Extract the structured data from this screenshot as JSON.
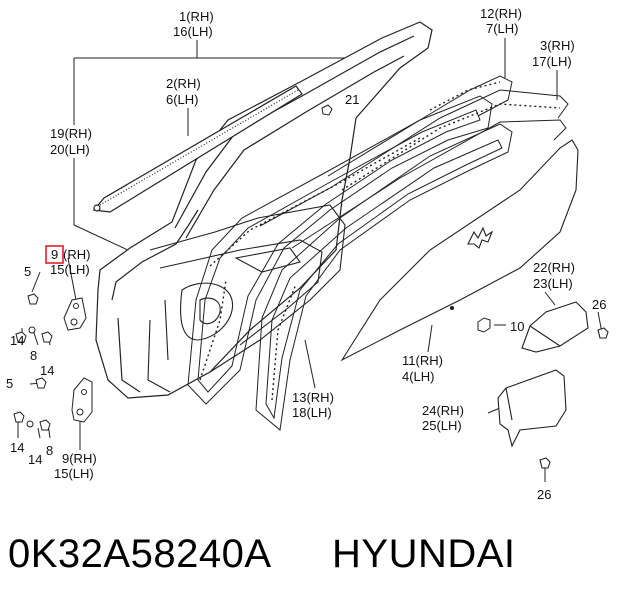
{
  "diagram": {
    "callouts": {
      "c1": "1(RH)",
      "c16": "16(LH)",
      "c2": "2(RH)",
      "c6": "6(LH)",
      "c21": "21",
      "c19": "19(RH)",
      "c20": "20(LH)",
      "c12": "12(RH)",
      "c7": "7(LH)",
      "c3": "3(RH)",
      "c17": "17(LH)",
      "c9a_num": "9",
      "c9a_rh": "(RH)",
      "c15a": "15(LH)",
      "c5a": "5",
      "c14a": "14",
      "c8a": "8",
      "c14b": "14",
      "c5b": "5",
      "c14c": "14",
      "c14d": "14",
      "c8b": "8",
      "c9b": "9(RH)",
      "c15b": "15(LH)",
      "c22": "22(RH)",
      "c23": "23(LH)",
      "c26a": "26",
      "c10": "10",
      "c11": "11(RH)",
      "c4": "4(LH)",
      "c13": "13(RH)",
      "c18": "18(LH)",
      "c24": "24(RH)",
      "c25": "25(LH)",
      "c26b": "26"
    },
    "highlight_color": "#e0212b"
  },
  "footer": {
    "part_number": "0K32A58240A",
    "brand": "HYUNDAI"
  }
}
